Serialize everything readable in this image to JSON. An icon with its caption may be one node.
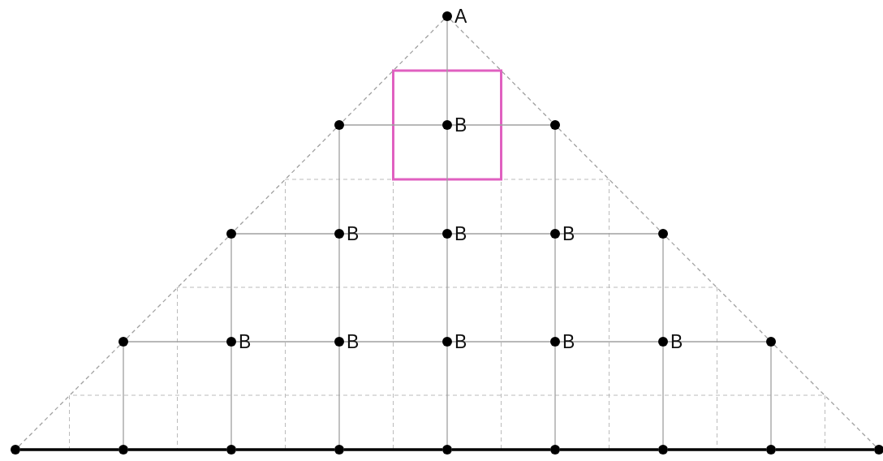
{
  "diagram": {
    "nodes": [
      {
        "text": [],
        "shape": "circle",
        "beside": [
          "A"
        ]
      },
      {
        "text": [],
        "shape": "circle"
      },
      {
        "text": [],
        "shape": "circle",
        "beside": [
          "B"
        ]
      },
      {
        "text": [],
        "shape": "circle"
      },
      {
        "text": [],
        "shape": "circle"
      },
      {
        "text": [],
        "shape": "circle",
        "beside": [
          "B"
        ]
      },
      {
        "text": [],
        "shape": "circle",
        "beside": [
          "B"
        ]
      },
      {
        "text": [],
        "shape": "circle",
        "beside": [
          "B"
        ]
      },
      {
        "text": [],
        "shape": "circle"
      },
      {
        "text": [],
        "shape": "circle"
      },
      {
        "text": [],
        "shape": "circle",
        "beside": [
          "B"
        ]
      },
      {
        "text": [],
        "shape": "circle",
        "beside": [
          "B"
        ]
      },
      {
        "text": [],
        "shape": "circle",
        "beside": [
          "B"
        ]
      },
      {
        "text": [],
        "shape": "circle",
        "beside": [
          "B"
        ]
      },
      {
        "text": [],
        "shape": "circle",
        "beside": [
          "B"
        ]
      },
      {
        "text": [],
        "shape": "circle"
      },
      {
        "text": [],
        "shape": "circle"
      },
      {
        "text": [],
        "shape": "circle"
      },
      {
        "text": [],
        "shape": "circle"
      },
      {
        "text": [],
        "shape": "circle"
      },
      {
        "text": [],
        "shape": "circle"
      },
      {
        "text": [],
        "shape": "circle"
      },
      {
        "text": [],
        "shape": "circle"
      },
      {
        "text": [],
        "shape": "circle"
      },
      {
        "text": [],
        "shape": "circle"
      }
    ],
    "edges": [
      {
        "from": 1,
        "to": 2,
        "arrow": "none"
      },
      {
        "from": 2,
        "to": 3,
        "arrow": "none"
      },
      {
        "from": 4,
        "to": 5,
        "arrow": "none"
      },
      {
        "from": 5,
        "to": 6,
        "arrow": "none"
      },
      {
        "from": 6,
        "to": 7,
        "arrow": "none"
      },
      {
        "from": 7,
        "to": 8,
        "arrow": "none"
      },
      {
        "from": 9,
        "to": 10,
        "arrow": "none"
      },
      {
        "from": 10,
        "to": 11,
        "arrow": "none"
      },
      {
        "from": 11,
        "to": 12,
        "arrow": "none"
      },
      {
        "from": 12,
        "to": 13,
        "arrow": "none"
      },
      {
        "from": 13,
        "to": 14,
        "arrow": "none"
      },
      {
        "from": 14,
        "to": 15,
        "arrow": "none"
      },
      {
        "from": 16,
        "to": 17,
        "arrow": "none",
        "style": "thick",
        "color": "#000000"
      },
      {
        "from": 17,
        "to": 18,
        "arrow": "none",
        "style": "thick",
        "color": "#000000"
      },
      {
        "from": 18,
        "to": 19,
        "arrow": "none",
        "style": "thick",
        "color": "#000000"
      },
      {
        "from": 19,
        "to": 20,
        "arrow": "none",
        "style": "thick",
        "color": "#000000"
      },
      {
        "from": 20,
        "to": 21,
        "arrow": "none",
        "style": "thick",
        "color": "#000000"
      },
      {
        "from": 21,
        "to": 22,
        "arrow": "none",
        "style": "thick",
        "color": "#000000"
      },
      {
        "from": 22,
        "to": 23,
        "arrow": "none",
        "style": "thick",
        "color": "#000000"
      },
      {
        "from": 23,
        "to": 24,
        "arrow": "none",
        "style": "thick",
        "color": "#000000"
      },
      {
        "from": 0,
        "to": 2,
        "arrow": "none"
      },
      {
        "from": 1,
        "to": 5,
        "arrow": "none"
      },
      {
        "from": 2,
        "to": 6,
        "arrow": "none"
      },
      {
        "from": 3,
        "to": 7,
        "arrow": "none"
      },
      {
        "from": 4,
        "to": 10,
        "arrow": "none"
      },
      {
        "from": 5,
        "to": 11,
        "arrow": "none"
      },
      {
        "from": 6,
        "to": 12,
        "arrow": "none"
      },
      {
        "from": 7,
        "to": 13,
        "arrow": "none"
      },
      {
        "from": 8,
        "to": 14,
        "arrow": "none"
      },
      {
        "from": 9,
        "to": 17,
        "arrow": "none"
      },
      {
        "from": 10,
        "to": 18,
        "arrow": "none"
      },
      {
        "from": 11,
        "to": 19,
        "arrow": "none"
      },
      {
        "from": 12,
        "to": 20,
        "arrow": "none"
      },
      {
        "from": 13,
        "to": 21,
        "arrow": "none"
      },
      {
        "from": 14,
        "to": 22,
        "arrow": "none"
      },
      {
        "from": 15,
        "to": 23,
        "arrow": "none"
      },
      {
        "from": 0,
        "to": 1,
        "arrow": "none",
        "style": "dashed"
      },
      {
        "from": 1,
        "to": 4,
        "arrow": "none",
        "style": "dashed"
      },
      {
        "from": 4,
        "to": 9,
        "arrow": "none",
        "style": "dashed"
      },
      {
        "from": 9,
        "to": 16,
        "arrow": "none",
        "style": "dashed"
      },
      {
        "from": 0,
        "to": 3,
        "arrow": "none",
        "style": "dashed"
      },
      {
        "from": 3,
        "to": 8,
        "arrow": "none",
        "style": "dashed"
      },
      {
        "from": 8,
        "to": 15,
        "arrow": "none",
        "style": "dashed"
      },
      {
        "from": 15,
        "to": 24,
        "arrow": "none",
        "style": "dashed"
      }
    ]
  }
}
